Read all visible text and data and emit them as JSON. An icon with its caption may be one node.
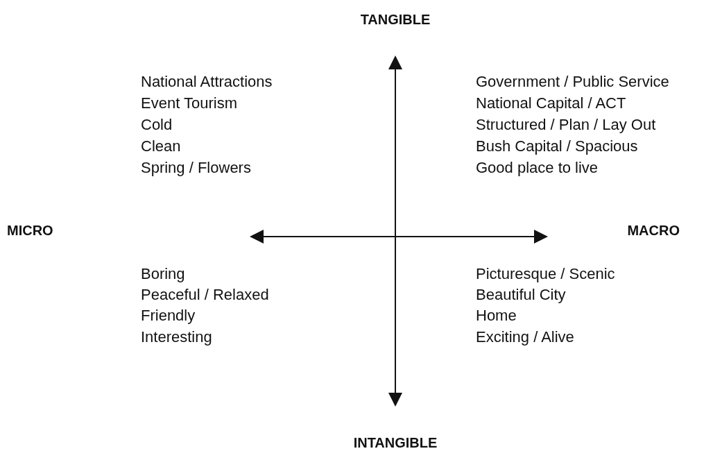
{
  "diagram": {
    "labels": [
      "TANGIBLE",
      "National Attractions",
      "Event Tourism",
      "Cold",
      "Clean",
      "Spring / Flowers",
      "Government / Public Service",
      "National Capital / ACT",
      "Structured / Plan / Lay Out",
      "Bush Capital / Spacious",
      "Good place to live",
      "MICRO",
      "MACRO",
      "Boring",
      "Peaceful / Relaxed",
      "Friendly",
      "Interesting",
      "Picturesque / Scenic",
      "Beautiful City",
      "Home",
      "Exciting / Alive",
      "INTANGIBLE"
    ]
  }
}
